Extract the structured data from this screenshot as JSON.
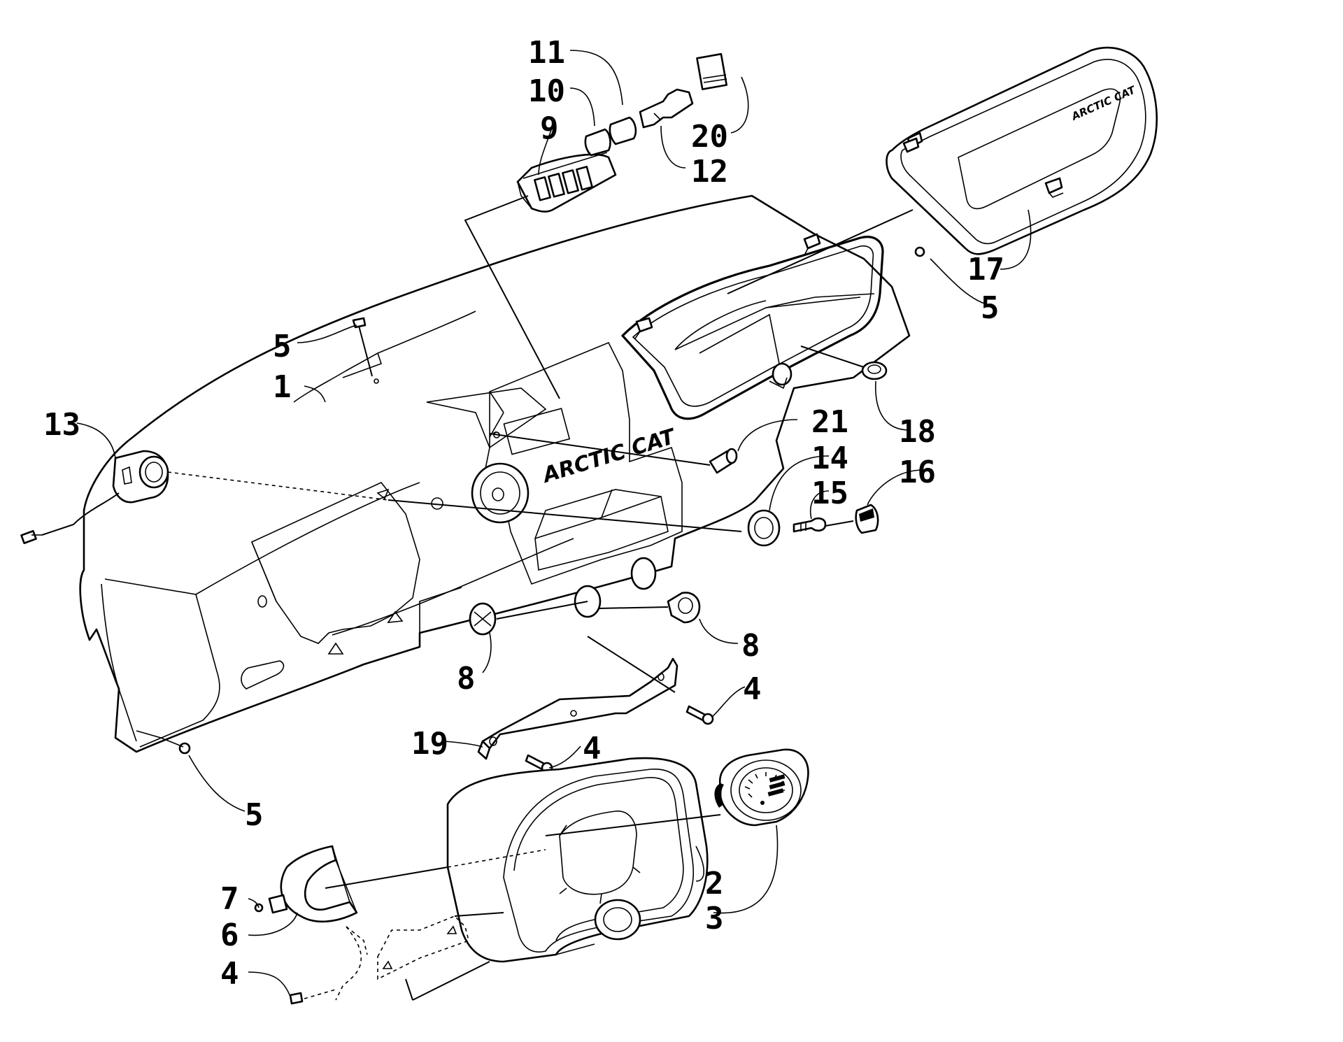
{
  "callouts": [
    {
      "id": "c11",
      "text": "11"
    },
    {
      "id": "c10",
      "text": "10"
    },
    {
      "id": "c9",
      "text": "9"
    },
    {
      "id": "c20",
      "text": "20"
    },
    {
      "id": "c12",
      "text": "12"
    },
    {
      "id": "c17",
      "text": "17"
    },
    {
      "id": "c5a",
      "text": "5"
    },
    {
      "id": "c5b",
      "text": "5"
    },
    {
      "id": "c1",
      "text": "1"
    },
    {
      "id": "c13",
      "text": "13"
    },
    {
      "id": "c21",
      "text": "21"
    },
    {
      "id": "c14",
      "text": "14"
    },
    {
      "id": "c18",
      "text": "18"
    },
    {
      "id": "c15",
      "text": "15"
    },
    {
      "id": "c16",
      "text": "16"
    },
    {
      "id": "c8a",
      "text": "8"
    },
    {
      "id": "c8b",
      "text": "8"
    },
    {
      "id": "c4a",
      "text": "4"
    },
    {
      "id": "c19",
      "text": "19"
    },
    {
      "id": "c4b",
      "text": "4"
    },
    {
      "id": "c5c",
      "text": "5"
    },
    {
      "id": "c2",
      "text": "2"
    },
    {
      "id": "c7",
      "text": "7"
    },
    {
      "id": "c3",
      "text": "3"
    },
    {
      "id": "c6",
      "text": "6"
    },
    {
      "id": "c4c",
      "text": "4"
    }
  ],
  "logos": {
    "dashboard": "ARCTIC CAT",
    "cover": "ARCTIC CAT"
  }
}
